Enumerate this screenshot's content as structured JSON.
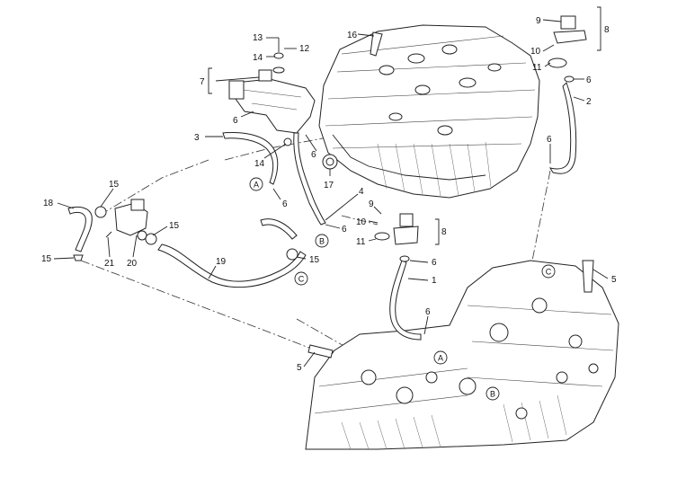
{
  "callouts": [
    {
      "id": "c13",
      "label": "13"
    },
    {
      "id": "c12",
      "label": "12"
    },
    {
      "id": "c14a",
      "label": "14"
    },
    {
      "id": "c7",
      "label": "7"
    },
    {
      "id": "c6a",
      "label": "6"
    },
    {
      "id": "c3",
      "label": "3"
    },
    {
      "id": "c14b",
      "label": "14"
    },
    {
      "id": "c6b",
      "label": "6"
    },
    {
      "id": "c17",
      "label": "17"
    },
    {
      "id": "c6c",
      "label": "6"
    },
    {
      "id": "c4",
      "label": "4"
    },
    {
      "id": "c6d",
      "label": "6"
    },
    {
      "id": "c16",
      "label": "16"
    },
    {
      "id": "c9a",
      "label": "9"
    },
    {
      "id": "c10a",
      "label": "10"
    },
    {
      "id": "c11a",
      "label": "11"
    },
    {
      "id": "c8a",
      "label": "8"
    },
    {
      "id": "c6e",
      "label": "6"
    },
    {
      "id": "c2",
      "label": "2"
    },
    {
      "id": "c6f",
      "label": "6"
    },
    {
      "id": "c9b",
      "label": "9"
    },
    {
      "id": "c10b",
      "label": "10"
    },
    {
      "id": "c11b",
      "label": "11"
    },
    {
      "id": "c8b",
      "label": "8"
    },
    {
      "id": "c6g",
      "label": "6"
    },
    {
      "id": "c1",
      "label": "1"
    },
    {
      "id": "c6h",
      "label": "6"
    },
    {
      "id": "c18",
      "label": "18"
    },
    {
      "id": "c15a",
      "label": "15"
    },
    {
      "id": "c15b",
      "label": "15"
    },
    {
      "id": "c15c",
      "label": "15"
    },
    {
      "id": "c21",
      "label": "21"
    },
    {
      "id": "c20",
      "label": "20"
    },
    {
      "id": "c19",
      "label": "19"
    },
    {
      "id": "c15d",
      "label": "15"
    },
    {
      "id": "c5a",
      "label": "5"
    },
    {
      "id": "c5b",
      "label": "5"
    }
  ],
  "references": [
    {
      "id": "rA1",
      "label": "A"
    },
    {
      "id": "rB1",
      "label": "B"
    },
    {
      "id": "rC1",
      "label": "C"
    },
    {
      "id": "rC2",
      "label": "C"
    },
    {
      "id": "rA2",
      "label": "A"
    },
    {
      "id": "rB2",
      "label": "B"
    }
  ]
}
